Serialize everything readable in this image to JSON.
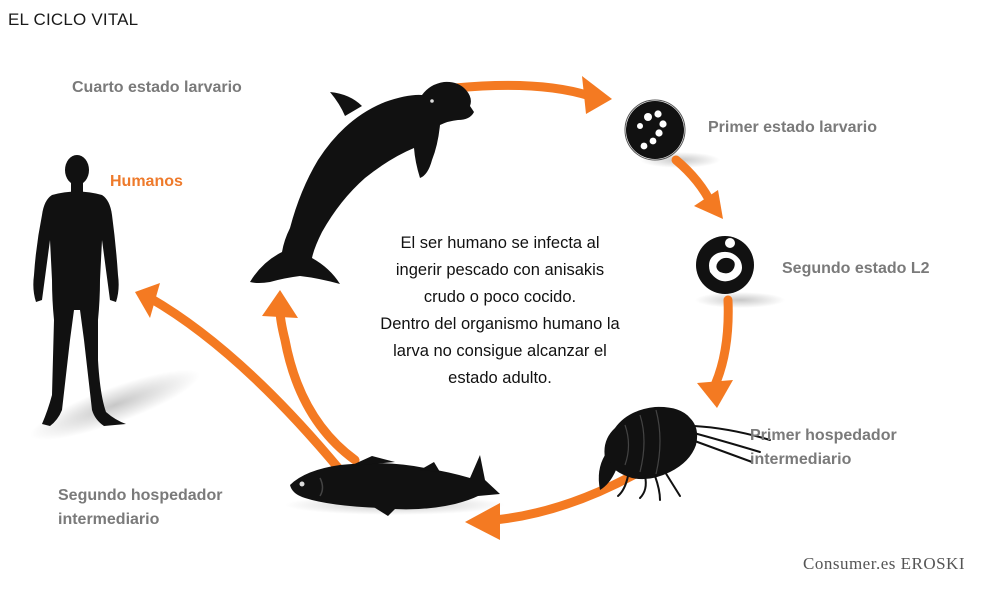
{
  "title": "EL CICLO VITAL",
  "labels": {
    "fourth_larval": "Cuarto estado larvario",
    "humans": "Humanos",
    "first_larval": "Primer estado larvario",
    "second_stage": "Segundo estado L2",
    "first_host_line1": "Primer hospedador",
    "first_host_line2": "intermediario",
    "second_host_line1": "Segundo hospedador",
    "second_host_line2": "intermediario"
  },
  "center_text": [
    "El ser humano se infecta al",
    "ingerir pescado con anisakis",
    "crudo o poco cocido.",
    "Dentro del organismo humano la",
    "larva no consigue alcanzar el",
    "estado adulto."
  ],
  "credit": "Consumer.es EROSKI",
  "colors": {
    "arrow": "#f47a22",
    "silhouette": "#111111",
    "label": "#7a7a7a",
    "human_label": "#ee7a2b"
  },
  "icons": [
    "dolphin-icon",
    "egg-icon",
    "larva-l2-icon",
    "shrimp-icon",
    "fish-icon",
    "human-icon"
  ]
}
